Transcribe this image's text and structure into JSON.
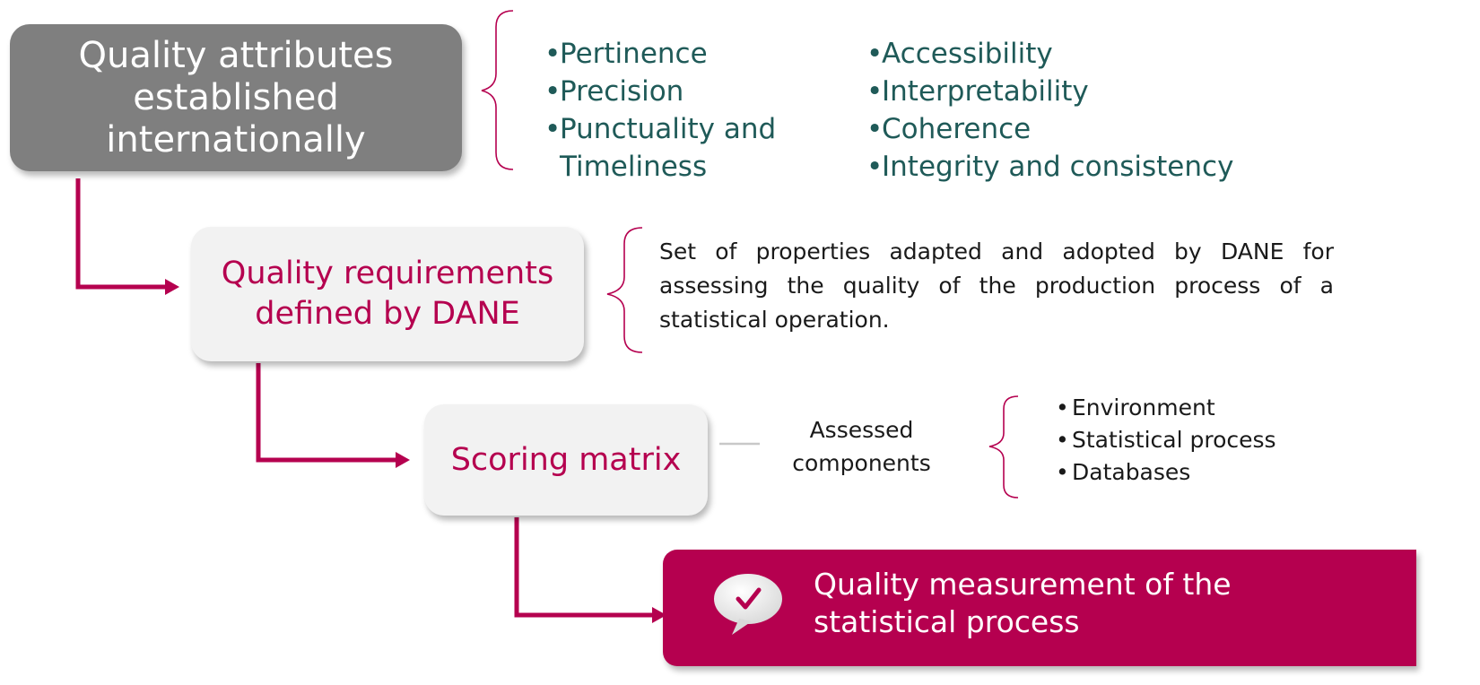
{
  "steps": {
    "attributes": {
      "title": "Quality attributes established internationally"
    },
    "requirements": {
      "title": "Quality requirements defined by DANE",
      "description": "Set of properties adapted and adopted by DANE for assessing the quality of the production process of a statistical operation."
    },
    "scoring": {
      "title": "Scoring matrix",
      "assessed_label": "Assessed components",
      "components": [
        "Environment",
        "Statistical process",
        "Databases"
      ]
    },
    "measurement": {
      "title": "Quality measurement of the statistical process",
      "icon": "check-bubble-icon"
    }
  },
  "attributes": {
    "column1": [
      "Pertinence",
      "Precision",
      "Punctuality and Timeliness"
    ],
    "column2": [
      "Accessibility",
      "Interpretability",
      "Coherence",
      "Integrity and consistency"
    ]
  },
  "colors": {
    "accent": "#b5004f",
    "dark_box": "#7f7f7f",
    "light_box": "#f2f2f2",
    "attribute_text": "#1f5a58"
  }
}
